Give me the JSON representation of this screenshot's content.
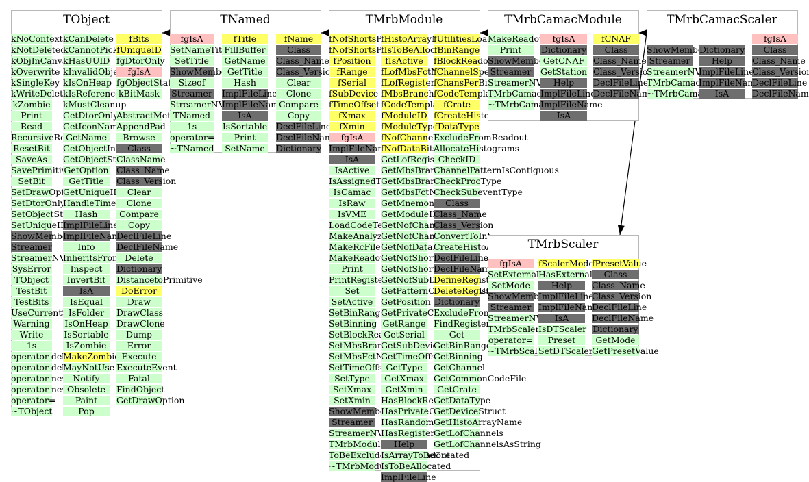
{
  "diagram_title": "",
  "colors": {
    "method": "#ccffcc",
    "data_member": "#ffff66",
    "isa": "#ffc0c0",
    "dictionary": "#6e6e6e",
    "border": "#b8b8b8"
  },
  "classes": [
    {
      "id": "tobject",
      "name": "TObject",
      "columns": [
        [
          "kNoContextMenu",
          "kNotDeleted",
          "kObjInCanvas",
          "kOverwrite",
          "kSingleKey",
          "kWriteDelete",
          "kZombie",
          "Print",
          "Read",
          "RecursiveRemove",
          "ResetBit",
          "SaveAs",
          "SavePrimitive",
          "SetBit",
          "SetDrawOption",
          "SetDtorOnly",
          "SetObjectStat",
          "SetUniqueID",
          "ShowMembers",
          "Streamer",
          "StreamerNVirtual",
          "SysError",
          "TObject",
          "TestBit",
          "TestBits",
          "UseCurrentStyle",
          "Warning",
          "Write",
          "1s",
          "operator delete",
          "operator delete[]",
          "operator new",
          "operator new[]",
          "operator=",
          "~TObject"
        ],
        [
          "kCanDelete",
          "kCannotPick",
          "kHasUUID",
          "kInvalidObject",
          "kIsOnHeap",
          "kIsReferenced",
          "kMustCleanup",
          "GetDtorOnly",
          "GetIconName",
          "GetName",
          "GetObjectInfo",
          "GetObjectStat",
          "GetOption",
          "GetTitle",
          "GetUniqueID",
          "HandleTimer",
          "Hash",
          "ImplFileLine",
          "ImplFileName",
          "Info",
          "InheritsFrom",
          "Inspect",
          "InvertBit",
          "IsA",
          "IsEqual",
          "IsFolder",
          "IsOnHeap",
          "IsSortable",
          "IsZombie",
          "MakeZombie",
          "MayNotUse",
          "Notify",
          "Obsolete",
          "Paint",
          "Pop"
        ],
        [
          "fBits",
          "fUniqueID",
          "fgDtorOnly",
          "fgIsA",
          "fgObjectStat",
          "kBitMask",
          "",
          "AbstractMethod",
          "AppendPad",
          "Browse",
          "Class",
          "ClassName",
          "Class_Name",
          "Class_Version",
          "Clear",
          "Clone",
          "Compare",
          "Copy",
          "DeclFileLine",
          "DeclFileName",
          "Delete",
          "Dictionary",
          "DistancetoPrimitive",
          "DoError",
          "Draw",
          "DrawClass",
          "DrawClone",
          "Dump",
          "Error",
          "Execute",
          "ExecuteEvent",
          "Fatal",
          "FindObject",
          "GetDrawOption"
        ]
      ]
    },
    {
      "id": "tnamed",
      "name": "TNamed",
      "columns": [
        [
          "fgIsA",
          "SetNameTitle",
          "SetTitle",
          "ShowMembers",
          "Sizeof",
          "Streamer",
          "StreamerNVirtual",
          "TNamed",
          "1s",
          "operator=",
          "~TNamed"
        ],
        [
          "fTitle",
          "FillBuffer",
          "GetName",
          "GetTitle",
          "Hash",
          "ImplFileLine",
          "ImplFileName",
          "IsA",
          "IsSortable",
          "Print",
          "SetName"
        ],
        [
          "fName",
          "Class",
          "Class_Name",
          "Class_Version",
          "Clear",
          "Clone",
          "Compare",
          "Copy",
          "DeclFileLine",
          "DeclFileName",
          "Dictionary"
        ]
      ]
    },
    {
      "id": "tmrbmodule",
      "name": "TMrbModule",
      "columns": [
        [
          "fNofShortsPerChannel",
          "fNofShortsPerDatum",
          "fPosition",
          "fRange",
          "fSerial",
          "fSubDevice",
          "fTimeOffset",
          "fXmax",
          "fXmin",
          "fgIsA",
          "ImplFileName",
          "IsA",
          "IsActive",
          "IsAssignedToBranch",
          "IsCamac",
          "IsRaw",
          "IsVME",
          "LoadCodeTemplates",
          "MakeAnalyzeCode",
          "MakeRcFile",
          "MakeReadoutCode",
          "Print",
          "PrintRegister",
          "Set",
          "SetActive",
          "SetBinRange",
          "SetBinning",
          "SetBlockReadout",
          "SetMbsBranch",
          "SetMbsFctName",
          "SetTimeOffset",
          "SetType",
          "SetXmax",
          "SetXmin",
          "ShowMembers",
          "Streamer",
          "StreamerNVirtual",
          "TMrbModule",
          "ToBeExcludedFromReadout",
          "~TMrbModule"
        ],
        [
          "fHistoArrayName",
          "fIsToBeAllocated",
          "fIsActive",
          "fLofMbsFctNames",
          "fLofRegisters",
          "fMbsBranch",
          "fCodeTemplates",
          "fModuleID",
          "fModuleType",
          "fNofChannels",
          "fNofDataBits",
          "GetLofRegisters",
          "GetMbsBranch",
          "GetMbsBranchNo",
          "GetMbsFctName",
          "GetMnemonic",
          "GetModuleID",
          "GetNofChannels",
          "GetNofChannelsUsed",
          "GetNofDataBits",
          "GetNofShortsPerChannel",
          "GetNofShortsPerDatum",
          "GetNofSubDevices",
          "GetPatternOfChannelsUsed",
          "GetPosition",
          "GetPrivateCodeFile",
          "GetRange",
          "GetSerial",
          "GetSubDevice",
          "GetTimeOffset",
          "GetType",
          "GetXmax",
          "GetXmin",
          "HasBlockReadout",
          "HasPrivateCode",
          "HasRandomReadout",
          "HasRegisters",
          "Help",
          "IsArrayToBeCreated",
          "IsToBeAllocated",
          "ImplFileLine"
        ],
        [
          "fUtilitiesLoaded",
          "fBinRange",
          "fBlockReadout",
          "fChannelSpec",
          "fChansPerBin",
          "fCodeTemplates",
          "fCrate",
          "fCreateHistoArray",
          "fDataType",
          "ExcludeFromReadout",
          "AllocateHistograms",
          "CheckID",
          "ChannelPatternIsContiguous",
          "CheckProcType",
          "CheckSubeventType",
          "Class",
          "Class_Name",
          "Class_Version",
          "ConvertToInt",
          "CreateHistoArray",
          "DeclFileLine",
          "DeclFileName",
          "DefineRegisters",
          "DeleteRegisters",
          "Dictionary",
          "ExcludeFromReadout",
          "FindRegister",
          "Get",
          "GetBinRange",
          "GetBinning",
          "GetChannel",
          "GetCommonCodeFile",
          "GetCrate",
          "GetDataType",
          "GetDeviceStruct",
          "GetHistoArrayName",
          "GetLofChannels",
          "GetLofChannelsAsString"
        ]
      ]
    },
    {
      "id": "tmrbcamacmodule",
      "name": "TMrbCamacModule",
      "columns": [
        [
          "MakeReadoutCode",
          "Print",
          "ShowMembers",
          "Streamer",
          "StreamerNVirtual",
          "TMrbCamacModule",
          "~TMrbCamacModule"
        ],
        [
          "fgIsA",
          "Dictionary",
          "GetCNAF",
          "GetStation",
          "Help",
          "ImplFileLine",
          "ImplFileName",
          "IsA"
        ],
        [
          "fCNAF",
          "Class",
          "Class_Name",
          "Class_Version",
          "DeclFileLine",
          "DeclFileName"
        ]
      ]
    },
    {
      "id": "tmrbcamacscaler",
      "name": "TMrbCamacScaler",
      "columns": [
        [
          "ShowMembers",
          "Streamer",
          "StreamerNVirtual",
          "TMrbCamacScaler",
          "~TMrbCamacScaler"
        ],
        [
          "Dictionary",
          "Help",
          "ImplFileLine",
          "ImplFileName",
          "IsA"
        ],
        [
          "fgIsA",
          "Class",
          "Class_Name",
          "Class_Version",
          "DeclFileLine",
          "DeclFileName"
        ]
      ]
    },
    {
      "id": "tmrbscaler",
      "name": "TMrbScaler",
      "columns": [
        [
          "fgIsA",
          "SetExternalGate",
          "SetMode",
          "ShowMembers",
          "Streamer",
          "StreamerNVirtual",
          "TMrbScaler",
          "operator=",
          "~TMrbScaler"
        ],
        [
          "fScalerMode",
          "HasExternalGate",
          "Help",
          "ImplFileLine",
          "ImplFileName",
          "IsA",
          "IsDTScaler",
          "Preset",
          "SetDTScaler"
        ],
        [
          "fPresetValue",
          "Class",
          "Class_Name",
          "Class_Version",
          "DeclFileLine",
          "DeclFileName",
          "Dictionary",
          "GetMode",
          "GetPresetValue"
        ]
      ]
    }
  ],
  "edges": [
    {
      "from": "TNamed",
      "to": "TObject"
    },
    {
      "from": "TMrbModule",
      "to": "TNamed"
    },
    {
      "from": "TMrbCamacModule",
      "to": "TMrbModule"
    },
    {
      "from": "TMrbCamacScaler",
      "to": "TMrbCamacModule"
    },
    {
      "from": "TMrbCamacScaler",
      "to": "TMrbScaler"
    }
  ]
}
